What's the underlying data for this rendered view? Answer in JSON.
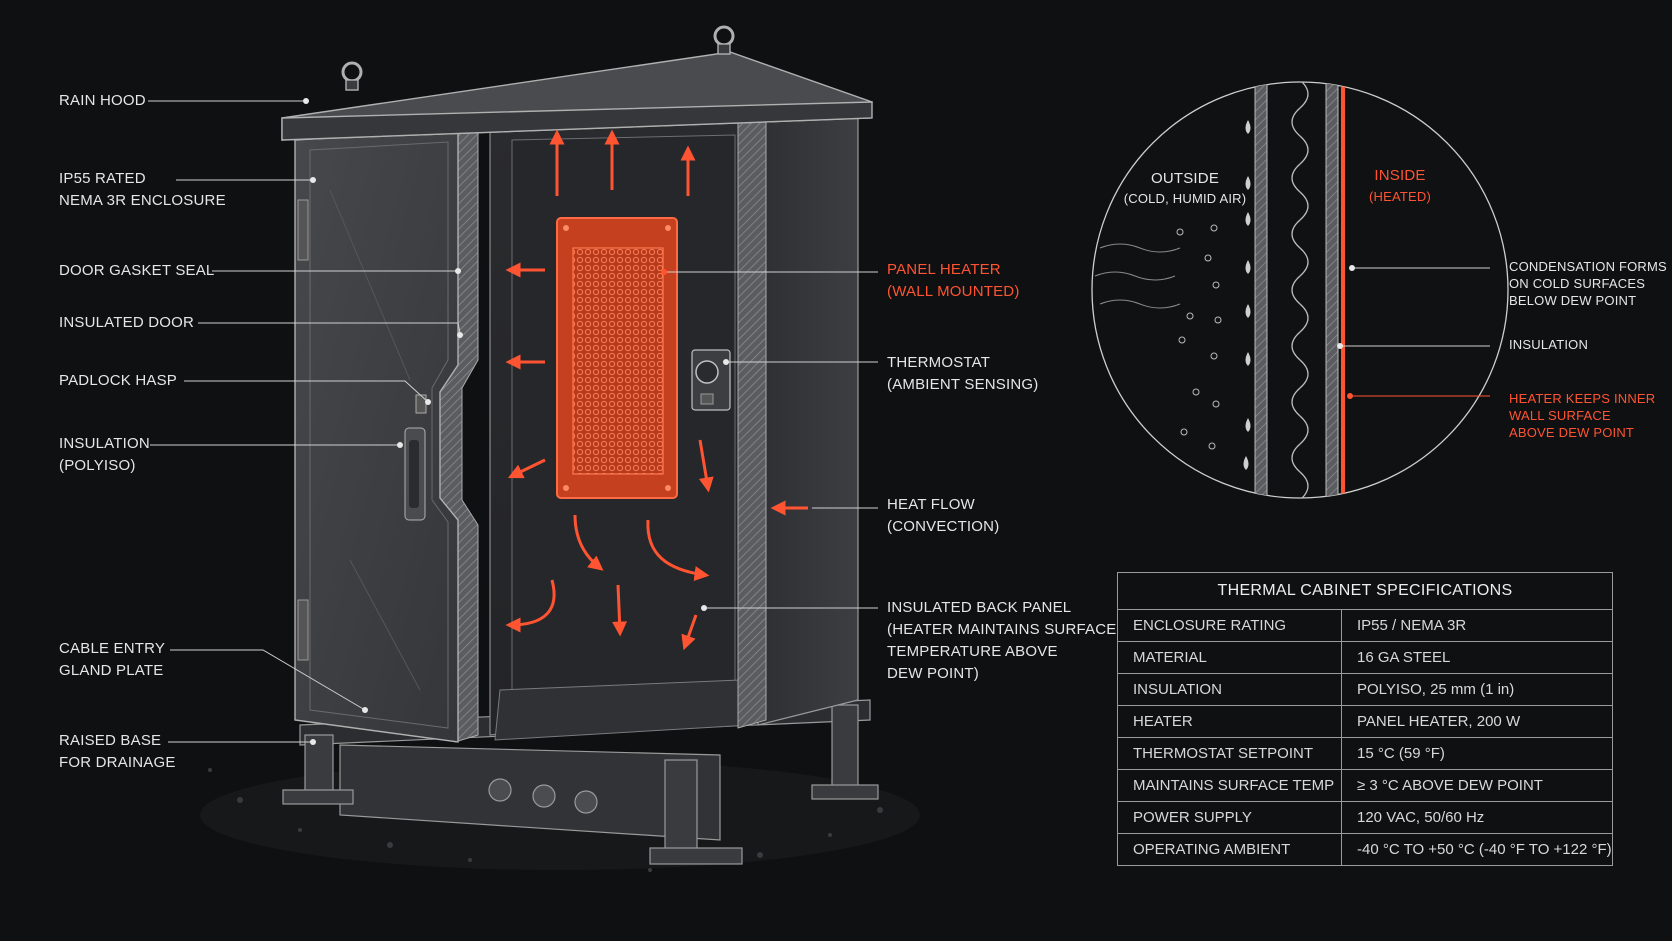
{
  "callouts_left": {
    "rain_hood": "RAIN HOOD",
    "ip55": "IP55 RATED\nNEMA 3R ENCLOSURE",
    "door_gasket": "DOOR GASKET SEAL",
    "insulated_door": "INSULATED DOOR",
    "padlock_hasp": "PADLOCK HASP",
    "insulation": "INSULATION\n(POLYISO)",
    "cable_entry": "CABLE ENTRY\nGLAND PLATE",
    "raised_base": "RAISED BASE\nFOR DRAINAGE"
  },
  "callouts_mid": {
    "panel_heater": "PANEL HEATER\n(WALL MOUNTED)",
    "thermostat": "THERMOSTAT\n(AMBIENT SENSING)",
    "heat_flow": "HEAT FLOW\n(CONVECTION)",
    "back_panel": "INSULATED BACK PANEL\n(HEATER MAINTAINS SURFACE\nTEMPERATURE ABOVE\nDEW POINT)"
  },
  "detail": {
    "outside_title": "OUTSIDE",
    "outside_sub": "(COLD, HUMID AIR)",
    "inside_title": "INSIDE",
    "inside_sub": "(HEATED)",
    "condensation": "CONDENSATION FORMS\nON COLD SURFACES\nBELOW DEW POINT",
    "insulation": "INSULATION",
    "heater_keeps": "HEATER KEEPS INNER\nWALL SURFACE\nABOVE DEW POINT"
  },
  "specs": {
    "title": "THERMAL CABINET SPECIFICATIONS",
    "rows": [
      {
        "k": "ENCLOSURE RATING",
        "v": "IP55 / NEMA 3R"
      },
      {
        "k": "MATERIAL",
        "v": "16 GA STEEL"
      },
      {
        "k": "INSULATION",
        "v": "POLYISO, 25 mm (1 in)"
      },
      {
        "k": "HEATER",
        "v": "PANEL HEATER, 200 W"
      },
      {
        "k": "THERMOSTAT SETPOINT",
        "v": "15 °C (59 °F)"
      },
      {
        "k": "MAINTAINS SURFACE TEMP",
        "v": "≥ 3 °C ABOVE DEW POINT"
      },
      {
        "k": "POWER SUPPLY",
        "v": "120 VAC, 50/60 Hz"
      },
      {
        "k": "OPERATING AMBIENT",
        "v": "-40 °C TO +50 °C (-40 °F TO +122 °F)"
      }
    ]
  },
  "colors": {
    "accent": "#ff5432",
    "line": "#cfcfcf",
    "steel": "#3b3c3f",
    "background": "#0f1012"
  }
}
